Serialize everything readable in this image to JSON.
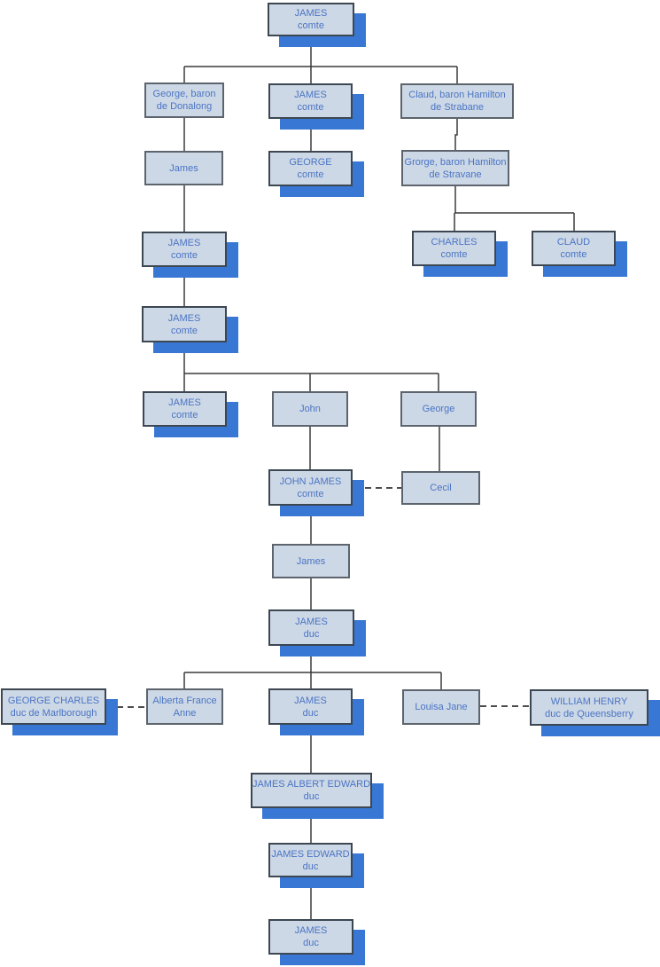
{
  "diagram": {
    "type": "family-tree",
    "nodes": [
      {
        "id": "james-comte-1",
        "line1": "JAMES",
        "line2": "comte"
      },
      {
        "id": "george-donalong",
        "line1": "George, baron",
        "line2": "de Donalong"
      },
      {
        "id": "james-comte-2",
        "line1": "JAMES",
        "line2": "comte"
      },
      {
        "id": "claud-strabane",
        "line1": "Claud, baron Hamilton",
        "line2": "de Strabane"
      },
      {
        "id": "james-plain-1",
        "line1": "James",
        "line2": ""
      },
      {
        "id": "george-comte",
        "line1": "GEORGE",
        "line2": "comte"
      },
      {
        "id": "grorge-stravane",
        "line1": "Grorge, baron Hamilton",
        "line2": "de Stravane"
      },
      {
        "id": "james-comte-3",
        "line1": "JAMES",
        "line2": "comte"
      },
      {
        "id": "charles-comte",
        "line1": "CHARLES",
        "line2": "comte"
      },
      {
        "id": "claud-comte",
        "line1": "CLAUD",
        "line2": "comte"
      },
      {
        "id": "james-comte-4",
        "line1": "JAMES",
        "line2": "comte"
      },
      {
        "id": "james-comte-5",
        "line1": "JAMES",
        "line2": "comte"
      },
      {
        "id": "john",
        "line1": "John",
        "line2": ""
      },
      {
        "id": "george-plain",
        "line1": "George",
        "line2": ""
      },
      {
        "id": "john-james-comte",
        "line1": "JOHN JAMES",
        "line2": "comte"
      },
      {
        "id": "cecil",
        "line1": "Cecil",
        "line2": ""
      },
      {
        "id": "james-plain-2",
        "line1": "James",
        "line2": ""
      },
      {
        "id": "james-duc-1",
        "line1": "JAMES",
        "line2": "duc"
      },
      {
        "id": "george-charles",
        "line1": "GEORGE CHARLES",
        "line2": "duc de Marlborough"
      },
      {
        "id": "alberta-france-anne",
        "line1": "Alberta France",
        "line2": "Anne"
      },
      {
        "id": "james-duc-2",
        "line1": "JAMES",
        "line2": "duc"
      },
      {
        "id": "louisa-jane",
        "line1": "Louisa Jane",
        "line2": ""
      },
      {
        "id": "william-henry",
        "line1": "WILLIAM HENRY",
        "line2": "duc de Queensberry"
      },
      {
        "id": "james-albert-edward",
        "line1": "JAMES ALBERT EDWARD",
        "line2": "duc"
      },
      {
        "id": "james-edward",
        "line1": "JAMES EDWARD",
        "line2": "duc"
      },
      {
        "id": "james-duc-3",
        "line1": "JAMES",
        "line2": "duc"
      }
    ]
  },
  "colors": {
    "node_fill": "#cdd8e6",
    "node_border": "#3d4752",
    "node_border_plain": "#5d646d",
    "shadow": "#3878d4",
    "text": "#4a74c4",
    "line": "#3a3a3a",
    "dashed_line": "#111111"
  }
}
